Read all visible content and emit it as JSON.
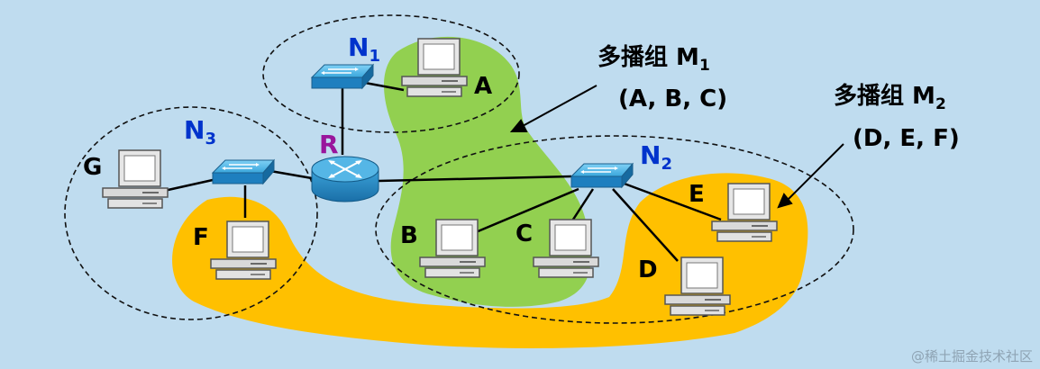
{
  "nodes": {
    "router": "R",
    "n1": {
      "base": "N",
      "sub": "1"
    },
    "n2": {
      "base": "N",
      "sub": "2"
    },
    "n3": {
      "base": "N",
      "sub": "3"
    }
  },
  "hosts": {
    "a": "A",
    "b": "B",
    "c": "C",
    "d": "D",
    "e": "E",
    "f": "F",
    "g": "G"
  },
  "groups": {
    "m1": {
      "name": "多播组 M",
      "sub": "1",
      "members": "(A, B, C)"
    },
    "m2": {
      "name": "多播组 M",
      "sub": "2",
      "members": "(D, E, F)"
    }
  },
  "watermark": "@稀土掘金技术社区",
  "colors": {
    "background": "#bfdcef",
    "group_m1": "#92d050",
    "group_m2": "#ffc000",
    "network_label": "#0033cc",
    "router_label": "#99159c",
    "device_blue": "#2e9ad6"
  }
}
